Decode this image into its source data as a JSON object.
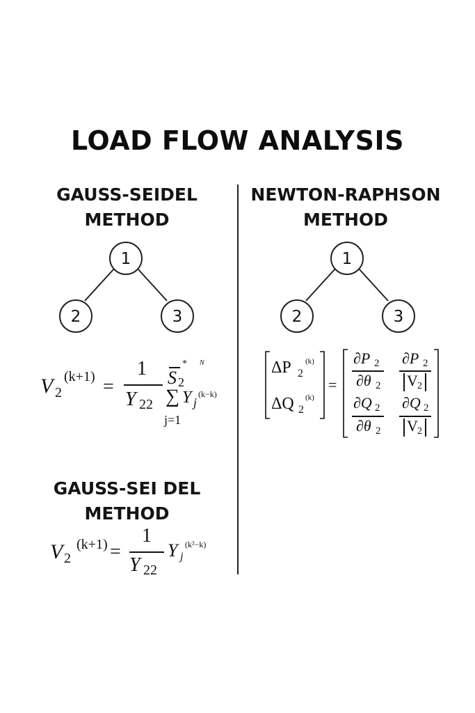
{
  "title": "LOAD FLOW ANALYSIS",
  "left": {
    "heading_line1": "GAUSS-SEIDEL",
    "heading_line2": "METHOD",
    "tree": {
      "top": "1",
      "left": "2",
      "right": "3"
    },
    "equation": {
      "lhs_var": "V",
      "lhs_sub": "2",
      "lhs_sup": "(k+1)",
      "equals": "=",
      "numerator": "1",
      "denominator": "Y",
      "denominator_sub": "22",
      "s_var": "S",
      "s_sub": "2",
      "s_sup_mark": "*",
      "n_label": "N",
      "sum_symbol": "∑",
      "y_var": "Y",
      "y_sub": "j",
      "y_sup": "(k−k)",
      "sum_lower": "j=1"
    }
  },
  "right": {
    "heading_line1": "NEWTON-RAPHSON",
    "heading_line2": "METHOD",
    "tree": {
      "top": "1",
      "left": "2",
      "right": "3"
    },
    "matrix": {
      "dp": "ΔP",
      "dq": "ΔQ",
      "sub": "2",
      "sup": "(k)",
      "equals": "=",
      "dP": "∂P",
      "dQ": "∂Q",
      "dtheta": "∂θ",
      "V": "V",
      "v_sub": "2",
      "sub2": "2"
    }
  },
  "lower_left": {
    "heading_line1": "GAUSS-SEI DEL",
    "heading_line2": "METHOD",
    "equation": {
      "lhs_var": "V",
      "lhs_sub": "2",
      "lhs_sup": "(k+1)",
      "equals": "=",
      "numerator": "1",
      "denominator": "Y",
      "denominator_sub": "22",
      "y_var": "Y",
      "y_sub": "j",
      "y_sup": "(k²−k)"
    }
  }
}
